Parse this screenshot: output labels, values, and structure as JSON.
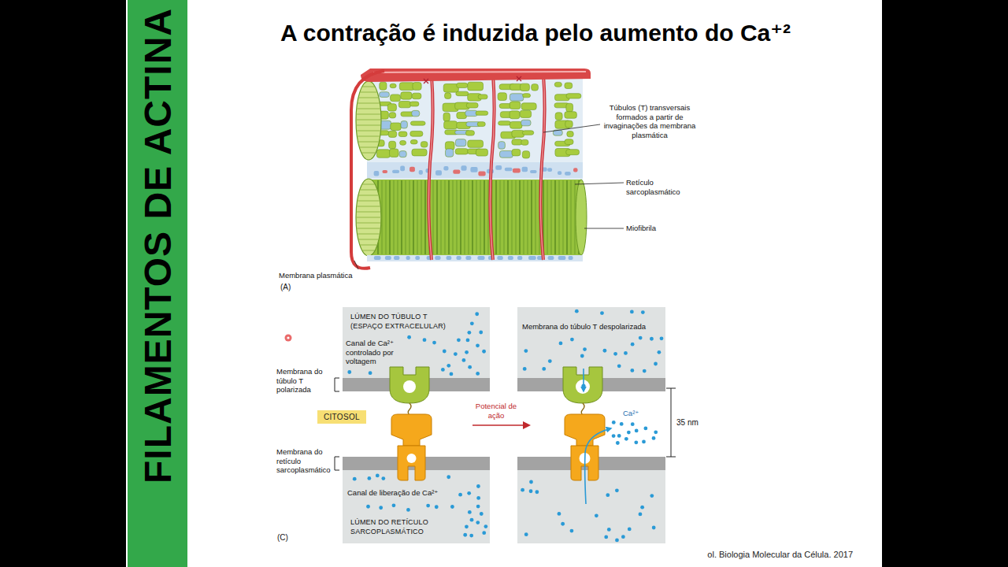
{
  "diagram": {
    "title": "A contração é induzida pelo aumento do Ca⁺²",
    "nodes": [
      {
        "text": [
          "FILAMENTOS DE ACTINA"
        ]
      },
      {
        "text": [
          "CITOSOL"
        ]
      }
    ],
    "labels": [
      "Túbulos (T) transversais formados a partir de invaginações da membrana plasmática",
      "Retículo sarcoplasmático",
      "Miofibrila",
      "Membrana plasmática",
      "(A)",
      "LÚMEN DO TÚBULO T (ESPAÇO EXTRACELULAR)",
      "Canal de Ca²⁺ controlado por voltagem",
      "Membrana do túbulo T polarizada",
      "Membrana do retículo sarcoplasmático",
      "Canal de liberação de Ca²⁺",
      "LÚMEN DO RETÍCULO SARCOPLASMÁTICO",
      "Potencial de ação",
      "Membrana do túbulo T despolarizada",
      "Ca²⁺",
      "35 nm",
      "(C)",
      "ol. Biologia Molecular da Célula. 2017"
    ]
  }
}
